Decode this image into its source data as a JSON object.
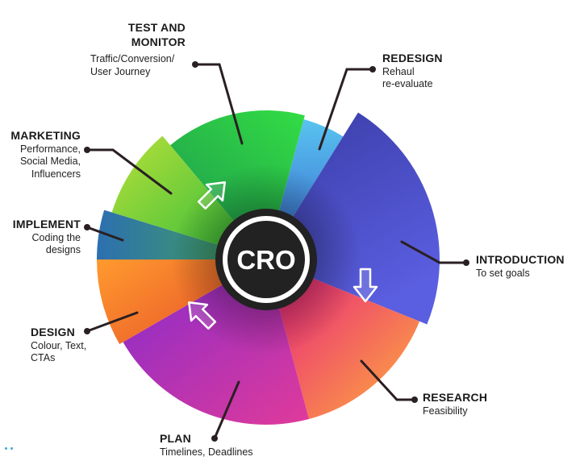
{
  "center_label": "CRO",
  "stages": [
    {
      "id": "test",
      "title": "TEST AND MONITOR",
      "title_lines": [
        "TEST AND",
        "MONITOR"
      ],
      "sub_lines": [
        "Traffic/Conversion/",
        "User Journey"
      ],
      "color": "#2ec84a"
    },
    {
      "id": "redesign",
      "title": "REDESIGN",
      "title_lines": [
        "REDESIGN"
      ],
      "sub_lines": [
        "Rehaul",
        "re-evaluate"
      ],
      "color": "#4aa8e8"
    },
    {
      "id": "introduction",
      "title": "INTRODUCTION",
      "title_lines": [
        "INTRODUCTION"
      ],
      "sub_lines": [
        "To set goals"
      ],
      "color": "#4a52cc"
    },
    {
      "id": "research",
      "title": "RESEARCH",
      "title_lines": [
        "RESEARCH"
      ],
      "sub_lines": [
        "Feasibility"
      ],
      "color": "#f2466e"
    },
    {
      "id": "plan",
      "title": "PLAN",
      "title_lines": [
        "PLAN"
      ],
      "sub_lines": [
        "Timelines, Deadlines"
      ],
      "color": "#a63fd0"
    },
    {
      "id": "design",
      "title": "DESIGN",
      "title_lines": [
        "DESIGN"
      ],
      "sub_lines": [
        "Colour, Text,",
        "CTAs"
      ],
      "color": "#f57d2a"
    },
    {
      "id": "implement",
      "title": "IMPLEMENT",
      "title_lines": [
        "IMPLEMENT"
      ],
      "sub_lines": [
        "Coding the",
        "designs"
      ],
      "color": "#2f7fa8"
    },
    {
      "id": "marketing",
      "title": "MARKETING",
      "title_lines": [
        "MARKETING"
      ],
      "sub_lines": [
        "Performance,",
        "Social Media,",
        "Influencers"
      ],
      "color": "#8cd43a"
    }
  ]
}
